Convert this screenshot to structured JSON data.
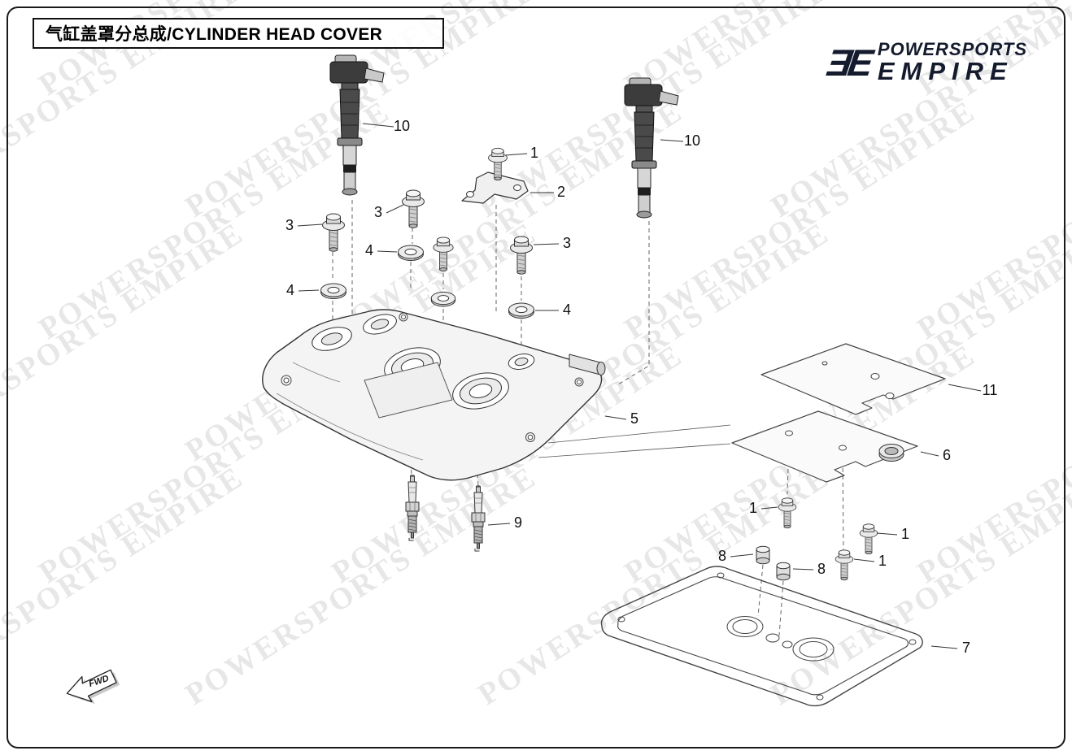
{
  "page": {
    "title": "气缸盖罩分总成/CYLINDER HEAD COVER"
  },
  "logo": {
    "monogram": "ƎE",
    "line1": "POWERSPORTS",
    "line2": "EMPIRE",
    "color": "#141b2d"
  },
  "watermark": {
    "text": "POWERSPORTS EMPIRE"
  },
  "diagram": {
    "type": "exploded-parts-diagram",
    "assembly": "cylinder-head-cover",
    "fwd_label": "FWD",
    "callouts": [
      {
        "label": "10",
        "ref": "ignition-coil-left"
      },
      {
        "label": "1",
        "ref": "flange-bolt-bracket"
      },
      {
        "label": "2",
        "ref": "bracket"
      },
      {
        "label": "3",
        "ref": "flange-bolt-left"
      },
      {
        "label": "3",
        "ref": "flange-bolt-middle"
      },
      {
        "label": "3",
        "ref": "flange-bolt-right"
      },
      {
        "label": "4",
        "ref": "seal-washer-middle"
      },
      {
        "label": "4",
        "ref": "seal-washer-left"
      },
      {
        "label": "4",
        "ref": "seal-washer-right"
      },
      {
        "label": "10",
        "ref": "ignition-coil-right"
      },
      {
        "label": "5",
        "ref": "cylinder-head-cover"
      },
      {
        "label": "9",
        "ref": "spark-plugs"
      },
      {
        "label": "11",
        "ref": "upper-plate"
      },
      {
        "label": "6",
        "ref": "cover-plate"
      },
      {
        "label": "1",
        "ref": "plate-bolt-a"
      },
      {
        "label": "1",
        "ref": "plate-bolt-b"
      },
      {
        "label": "1",
        "ref": "plate-bolt-c"
      },
      {
        "label": "8",
        "ref": "sleeve-a"
      },
      {
        "label": "8",
        "ref": "sleeve-b"
      },
      {
        "label": "7",
        "ref": "cover-gasket"
      }
    ]
  }
}
